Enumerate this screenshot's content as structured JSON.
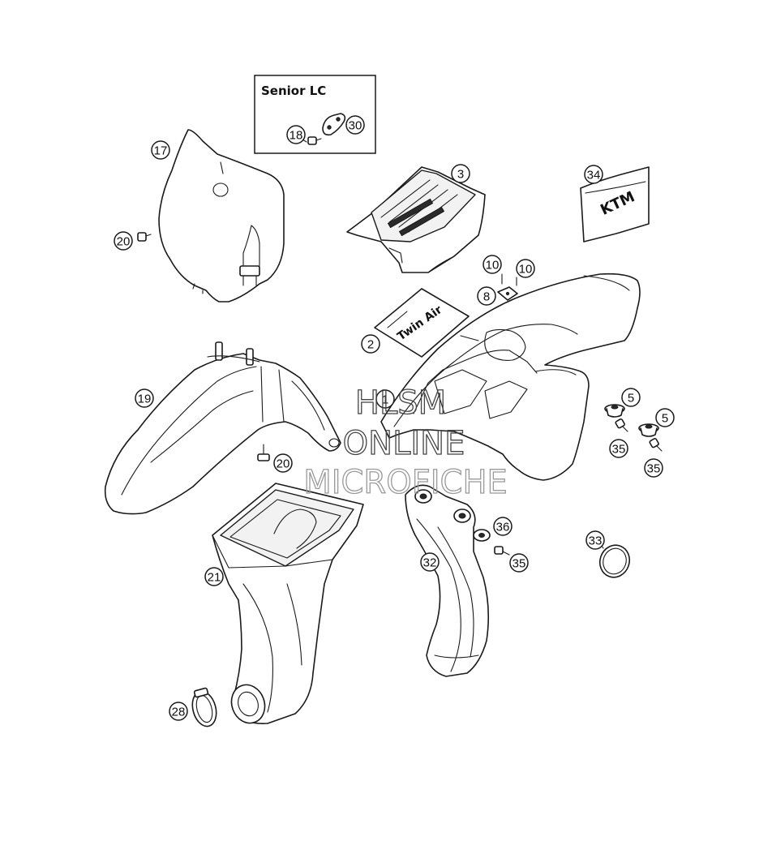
{
  "inset_box": {
    "title": "Senior LC",
    "callouts": [
      "18",
      "30"
    ]
  },
  "callouts": [
    "17",
    "20",
    "3",
    "34",
    "10",
    "10",
    "8",
    "2",
    "19",
    "1",
    "5",
    "5",
    "35",
    "35",
    "20",
    "21",
    "32",
    "36",
    "35",
    "33",
    "28"
  ],
  "decals": {
    "filter_box": "Twin Air",
    "sticker_34": "KTM"
  },
  "watermark": {
    "line1": "HLSM",
    "line2": "ONLINE",
    "line3": "MICROFICHE"
  }
}
